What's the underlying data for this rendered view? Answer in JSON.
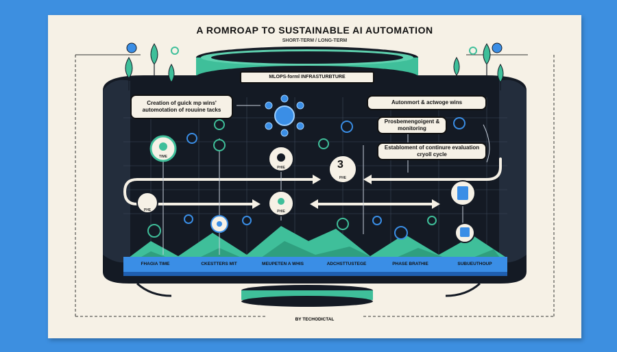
{
  "poster": {
    "title": "A ROMROAP TO SUSTAINABLE AI AUTOMATION",
    "subtitle": "SHORT-TERM / LONG-TERM",
    "header_banner": "MLOPS-forml INFRASTURBTURE",
    "byline": "BY TECHODICTAL",
    "milestone_number": "3"
  },
  "callouts": {
    "left": "Creation of guick mp wins' automotation of rouuine tacks",
    "right_top": "Autonmort & actwoge wins",
    "right_mid": "Prosbemengoigent & monitoring",
    "right_bottom": "Establoment of continure evaluation cryoll cycle"
  },
  "phases": [
    "FHAGIA TIME",
    "CKESTTERS MIT",
    "MEUPETEN A WHIS",
    "ADCHSTTUSTEGE",
    "PHASE BRATHIE",
    "SUBUEUTHOUP"
  ],
  "node_labels": {
    "n1": "TIME",
    "n2": "PHIE",
    "n3": "PHE",
    "n4": "PHE",
    "n5": "PHIE"
  },
  "colors": {
    "navy": "#141a24",
    "teal": "#3fbf9a",
    "blue": "#3a8ee6",
    "cream": "#f6f1e6"
  }
}
